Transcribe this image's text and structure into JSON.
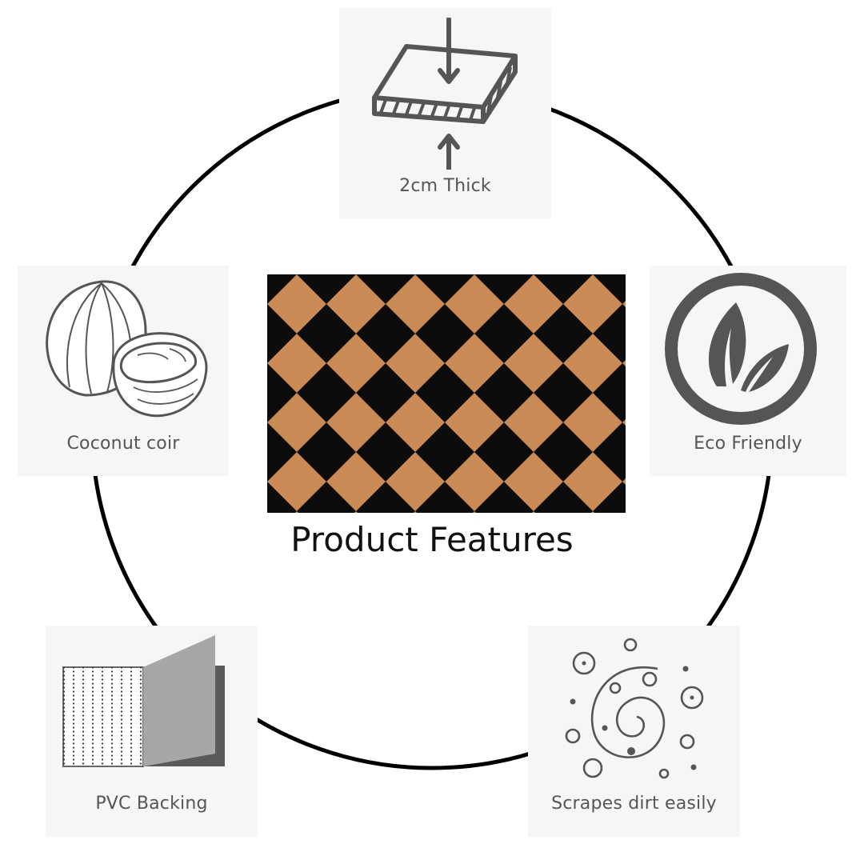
{
  "title": "Product Features",
  "features": {
    "thickness": {
      "label": "2cm Thick",
      "icon": "thickness-icon"
    },
    "material": {
      "label": "Coconut coir",
      "icon": "coconut-icon"
    },
    "eco": {
      "label": "Eco Friendly",
      "icon": "leaf-icon"
    },
    "backing": {
      "label": "PVC Backing",
      "icon": "pvc-backing-icon"
    },
    "scrape": {
      "label": "Scrapes dirt easily",
      "icon": "swirl-dirt-icon"
    }
  },
  "colors": {
    "mat_dark": "#0c0c0c",
    "mat_coir": "#c98a55",
    "icon_gray": "#555555",
    "card_bg": "#f6f6f6"
  }
}
